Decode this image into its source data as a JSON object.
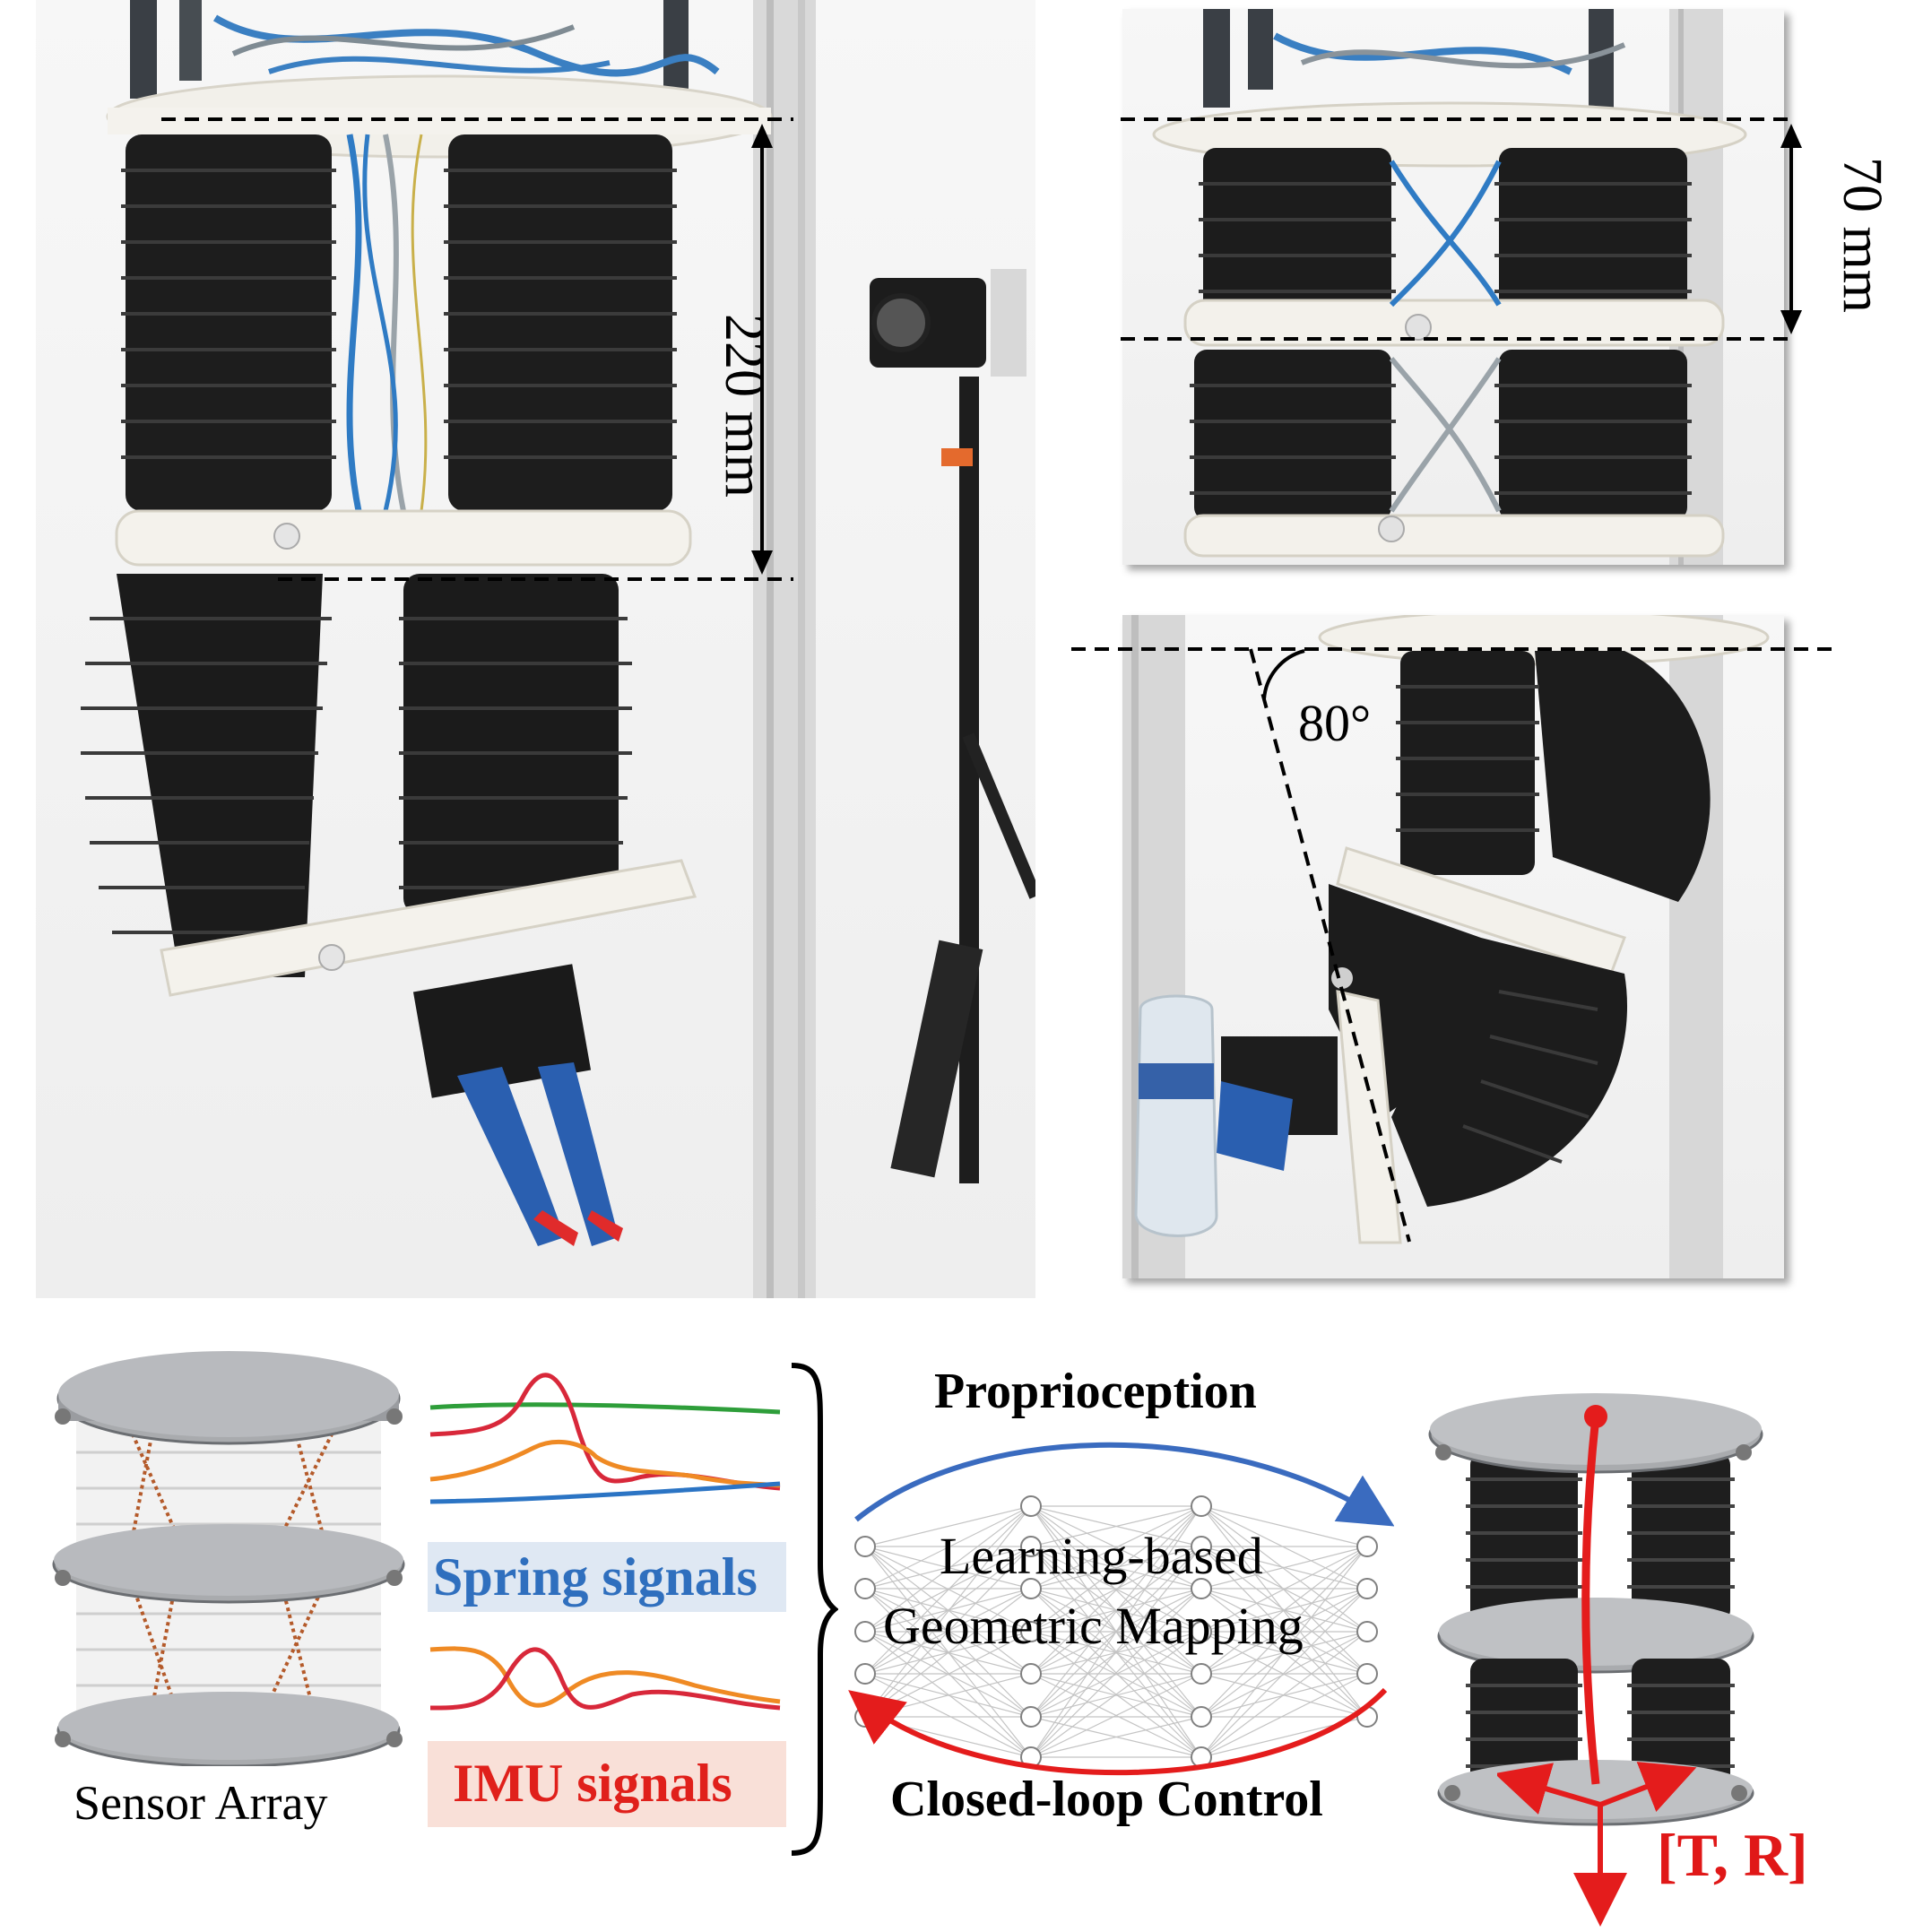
{
  "annotations": {
    "height_left": "220 mm",
    "height_right": "70 mm",
    "angle": "80°"
  },
  "diagram": {
    "sensor_array_label": "Sensor Array",
    "spring_signals_label": "Spring signals",
    "imu_signals_label": "IMU signals",
    "proprioception_label": "Proprioception",
    "mapping_line1": "Learning-based",
    "mapping_line2": "Geometric Mapping",
    "control_label": "Closed-loop Control",
    "pose_label": "[T, R]"
  },
  "colors": {
    "proprioception_arrow": "#3a6bbf",
    "control_arrow": "#e41c1c",
    "spring_text": "#2f6fbe",
    "imu_text": "#e0201b",
    "pose_text": "#e01818",
    "signal_green": "#2e9e3a",
    "signal_red": "#d8283a",
    "signal_orange": "#ef8a24",
    "signal_blue": "#2b74c4"
  },
  "icons": {
    "top_left_photo": "soft-robot-arm-photo",
    "top_right_photo": "compressed-module-photo",
    "bottom_right_photo": "bent-arm-grasping-bottle-photo",
    "sensor_render": "sensor-array-render",
    "robot_render": "robot-render"
  }
}
